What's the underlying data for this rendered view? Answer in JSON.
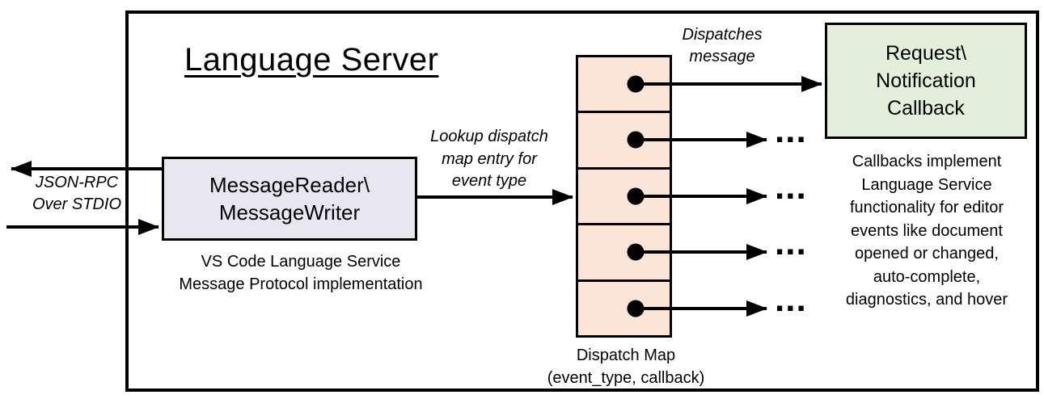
{
  "title": "Language Server",
  "labels": {
    "io": "JSON-RPC\nOver STDIO",
    "lookup": "Lookup dispatch\nmap entry for\nevent type",
    "dispatches": "Dispatches\nmessage",
    "ellipsis": "..."
  },
  "reader_box": {
    "label": "MessageReader\\\nMessageWriter",
    "caption": "VS Code Language Service\nMessage Protocol implementation"
  },
  "dispatch_map": {
    "caption": "Dispatch Map\n(event_type, callback)",
    "row_count": 5
  },
  "callback_box": {
    "label": "Request\\\nNotification\nCallback",
    "caption": "Callbacks implement\nLanguage Service\nfunctionality for editor\nevents like document\nopened or changed,\nauto-complete,\ndiagnostics, and hover"
  },
  "colors": {
    "reader_box_fill": "#e8e7f0",
    "dispatch_map_fill": "#fbe5d6",
    "callback_box_fill": "#e2efda",
    "line": "#000000",
    "background": "#ffffff"
  }
}
